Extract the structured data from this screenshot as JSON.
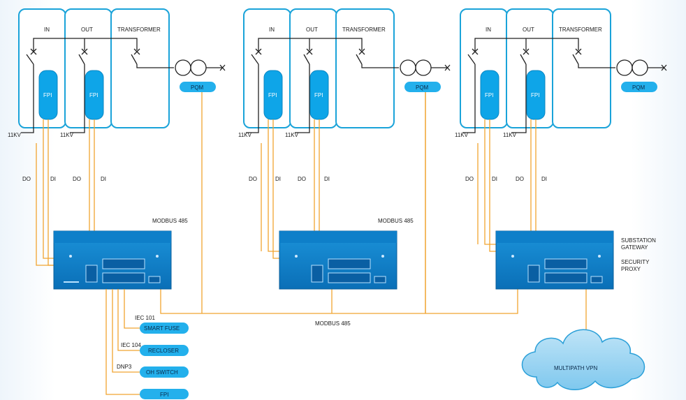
{
  "units": [
    {
      "in": "IN",
      "out": "OUT",
      "transformer": "TRANSFORMER",
      "fpi1": "FPI",
      "fpi2": "FPI",
      "pqm": "PQM",
      "kv1": "11KV",
      "kv2": "11KV",
      "do1": "DO",
      "di1": "DI",
      "do2": "DO",
      "di2": "DI"
    },
    {
      "in": "IN",
      "out": "OUT",
      "transformer": "TRANSFORMER",
      "fpi1": "FPI",
      "fpi2": "FPI",
      "pqm": "PQM",
      "kv1": "11KV",
      "kv2": "11KV",
      "do1": "DO",
      "di1": "DI",
      "do2": "DO",
      "di2": "DI"
    },
    {
      "in": "IN",
      "out": "OUT",
      "transformer": "TRANSFORMER",
      "fpi1": "FPI",
      "fpi2": "FPI",
      "pqm": "PQM",
      "kv1": "11KV",
      "kv2": "11KV",
      "do1": "DO",
      "di1": "DI",
      "do2": "DO",
      "di2": "DI"
    }
  ],
  "modbus_labels": [
    "MODBUS 485",
    "MODBUS 485",
    "MODBUS 485"
  ],
  "gateway_labels": {
    "line1": "SUBSTATION",
    "line2": "GATEWAY",
    "line3": "SECURITY",
    "line4": "PROXY"
  },
  "protocols": [
    "IEC 101",
    "IEC 104",
    "DNP3"
  ],
  "devices": [
    "SMART FUSE",
    "RECLOSER",
    "OH SWITCH",
    "FPI"
  ],
  "cloud": "MULTIPATH VPN",
  "colors": {
    "panel_border": "#1aa3d9",
    "fpi": "#0ea5e8",
    "gateway": "#0c84cf",
    "wire": "#f0a430",
    "line": "#222222"
  }
}
